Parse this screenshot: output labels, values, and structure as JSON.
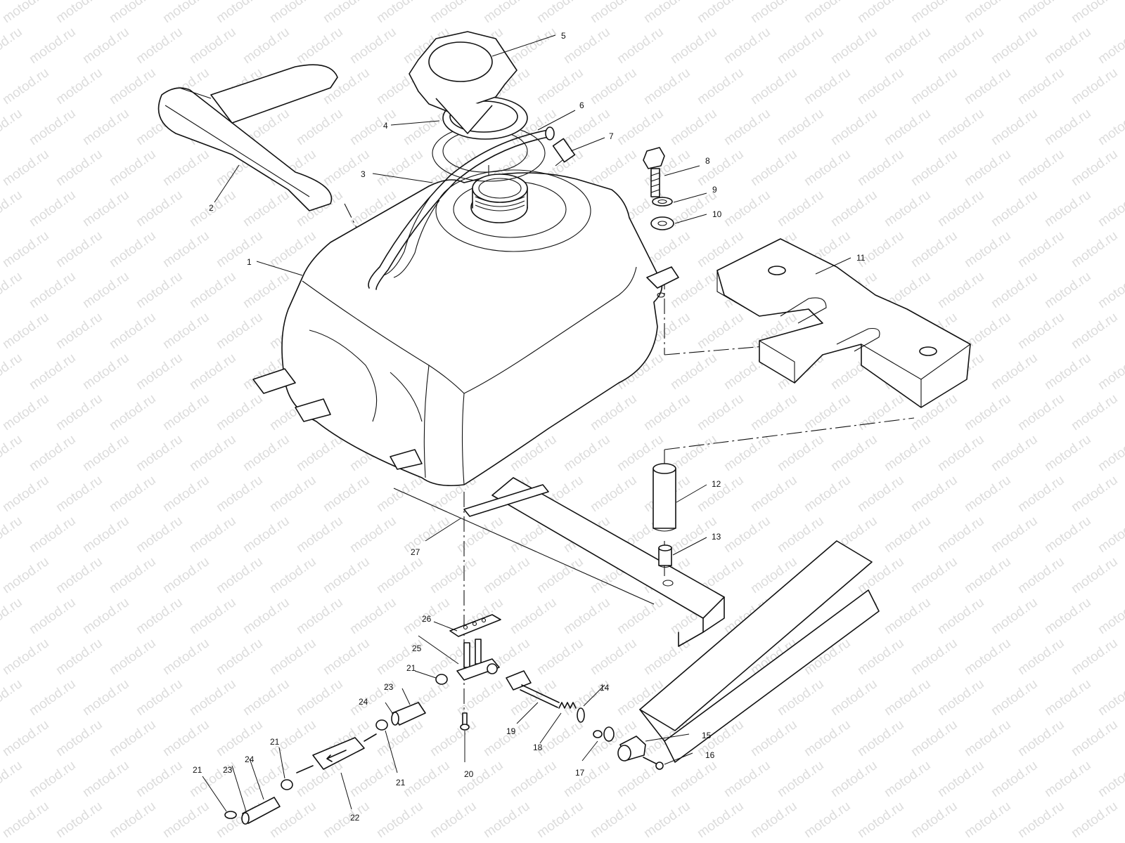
{
  "watermark": {
    "text": "motod.ru"
  },
  "callouts": [
    {
      "id": "1",
      "text": "1"
    },
    {
      "id": "2",
      "text": "2"
    },
    {
      "id": "3",
      "text": "3"
    },
    {
      "id": "4",
      "text": "4"
    },
    {
      "id": "5",
      "text": "5"
    },
    {
      "id": "6",
      "text": "6"
    },
    {
      "id": "7",
      "text": "7"
    },
    {
      "id": "8",
      "text": "8"
    },
    {
      "id": "9",
      "text": "9"
    },
    {
      "id": "10",
      "text": "10"
    },
    {
      "id": "11",
      "text": "11"
    },
    {
      "id": "12",
      "text": "12"
    },
    {
      "id": "13",
      "text": "13"
    },
    {
      "id": "14",
      "text": "14"
    },
    {
      "id": "15",
      "text": "15"
    },
    {
      "id": "16",
      "text": "16"
    },
    {
      "id": "17",
      "text": "17"
    },
    {
      "id": "18",
      "text": "18"
    },
    {
      "id": "19",
      "text": "19"
    },
    {
      "id": "20",
      "text": "20"
    },
    {
      "id": "21a",
      "text": "21"
    },
    {
      "id": "21b",
      "text": "21"
    },
    {
      "id": "21c",
      "text": "21"
    },
    {
      "id": "21d",
      "text": "21"
    },
    {
      "id": "22",
      "text": "22"
    },
    {
      "id": "23a",
      "text": "23"
    },
    {
      "id": "23b",
      "text": "23"
    },
    {
      "id": "24a",
      "text": "24"
    },
    {
      "id": "24b",
      "text": "24"
    },
    {
      "id": "25",
      "text": "25"
    },
    {
      "id": "26",
      "text": "26"
    },
    {
      "id": "27",
      "text": "27"
    }
  ]
}
